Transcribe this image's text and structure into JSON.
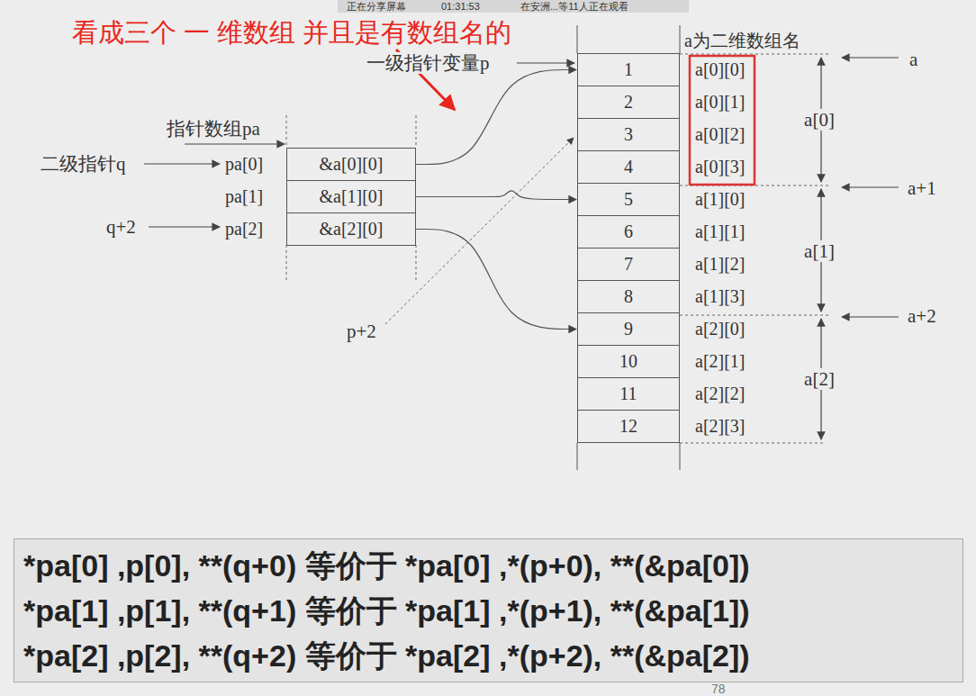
{
  "diagram": {
    "nodes": [
      {
        "text": [
          "&a[0][0]"
        ]
      },
      {
        "text": [
          "&a[1][0]"
        ]
      },
      {
        "text": [
          "&a[2][0]"
        ]
      },
      {
        "text": [
          "1"
        ]
      },
      {
        "text": [
          "2"
        ]
      },
      {
        "text": [
          "3"
        ]
      },
      {
        "text": [
          "4"
        ]
      },
      {
        "text": [
          "5"
        ]
      },
      {
        "text": [
          "6"
        ]
      },
      {
        "text": [
          "7"
        ]
      },
      {
        "text": [
          "8"
        ]
      },
      {
        "text": [
          "9"
        ]
      },
      {
        "text": [
          "10"
        ]
      },
      {
        "text": [
          "11"
        ]
      },
      {
        "text": [
          "12"
        ]
      },
      {
        "text": [
          "*pa[0] ,p[0], **(q+0) 等价于 *pa[0] ,*(p+0), **(&pa[0])",
          "*pa[1] ,p[1], **(q+1) 等价于 *pa[1] ,*(p+1), **(&pa[1])",
          "*pa[2] ,p[2], **(q+2) 等价于 *pa[2] ,*(p+2), **(&pa[2])"
        ]
      }
    ],
    "edges": [
      {
        "from": 0,
        "to": 3,
        "arrow": "to"
      },
      {
        "from": 1,
        "to": 7,
        "arrow": "to"
      },
      {
        "from": 2,
        "to": 11,
        "arrow": "to"
      }
    ],
    "labels": [
      "正在分享屏幕",
      "01:31:53",
      "在安洲...等11人正在观看",
      "看成三个 一 维数组 并且是有数组名的",
      "a为二维数组名",
      "一级指针变量p",
      "a",
      "指针数组pa",
      "二级指针q",
      "pa[0]",
      "pa[1]",
      "pa[2]",
      "q+2",
      "a+1",
      "a+2",
      "p+2",
      "a[0]",
      "a[1]",
      "a[2]",
      "a[0][0]",
      "a[0][1]",
      "a[0][2]",
      "a[0][3]",
      "a[1][0]",
      "a[1][1]",
      "a[1][2]",
      "a[1][3]",
      "a[2][0]",
      "a[2][1]",
      "a[2][2]",
      "a[2][3]",
      "78"
    ]
  }
}
